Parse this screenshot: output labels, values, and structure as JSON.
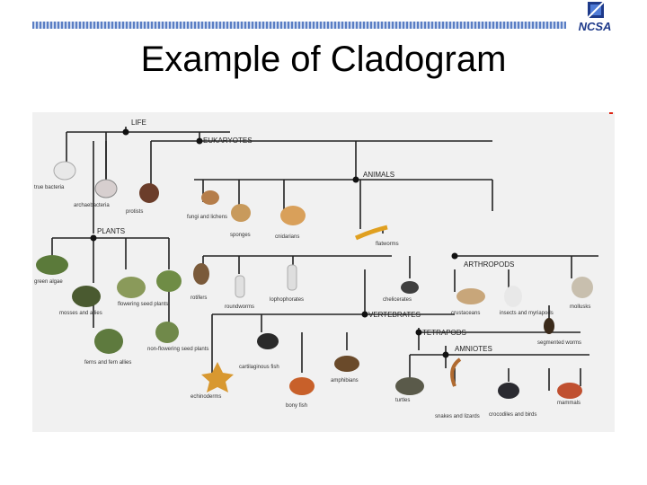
{
  "header": {
    "logo_text": "NCSA",
    "title": "Example of Cladogram"
  },
  "cladogram": {
    "clade_labels": [
      "LIFE",
      "EUKARYOTES",
      "ANIMALS",
      "PLANTS",
      "ARTHROPODS",
      "VERTEBRATES",
      "TETRAPODS",
      "AMNIOTES"
    ],
    "taxa": [
      "true bacteria",
      "archaebacteria",
      "protists",
      "fungi and lichens",
      "sponges",
      "cnidarians",
      "flatworms",
      "green algae",
      "mosses and allies",
      "flowering seed plants",
      "ferns and fern allies",
      "non-flowering seed plants",
      "rotifers",
      "roundworms",
      "lophophorates",
      "chelicerates",
      "crustaceans",
      "insects and myriapods",
      "mollusks",
      "segmented worms",
      "echinoderms",
      "cartilaginous fish",
      "bony fish",
      "amphibians",
      "turtles",
      "snakes and lizards",
      "crocodiles and birds",
      "mammals"
    ]
  }
}
